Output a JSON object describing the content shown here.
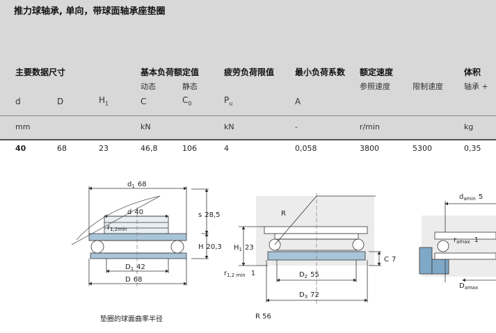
{
  "title": "推力球轴承, 单向，带球面轴承座垫圈",
  "groups": {
    "main_dims": "主要数据尺寸",
    "load_ratings": "基本负荷额定值",
    "fatigue": "疲劳负荷限值",
    "min_load": "最小负荷系数",
    "speeds": "额定速度",
    "mass": "体积"
  },
  "subgroups": {
    "dynamic": "动态",
    "static": "静态",
    "reference_speed": "参照速度",
    "limiting_speed": "限制速度",
    "bearing": "轴承 +"
  },
  "symbols": {
    "d": "d",
    "D": "D",
    "H": "H",
    "H_sub": "1",
    "C": "C",
    "C0": "C",
    "C0_sub": "0",
    "P": "P",
    "P_sub": "u",
    "A": "A"
  },
  "units": {
    "mm": "mm",
    "kN1": "kN",
    "kN2": "kN",
    "dash": "-",
    "rmin": "r/min",
    "kg": "kg"
  },
  "row": {
    "d": "40",
    "D": "68",
    "H1": "23",
    "C": "46,8",
    "C0": "106",
    "Pu": "4",
    "A": "0,058",
    "ref_speed": "3800",
    "lim_speed": "5300",
    "mass": "0,35"
  },
  "drawing1": {
    "d1": "d",
    "d1_sub": "1",
    "d1_val": "68",
    "d": "d",
    "d_val": "40",
    "r": "r",
    "r_sub": "1,2min",
    "s": "s",
    "s_val": "28,5",
    "H": "H",
    "H_val": "20,3",
    "D1": "D",
    "D1_sub": "1",
    "D1_val": "42",
    "D": "D",
    "D_val": "68",
    "caption": "垫圈的球面曲率半径"
  },
  "drawing2": {
    "R": "R",
    "H1": "H",
    "H1_sub": "1",
    "H1_val": "23",
    "r": "r",
    "r_sub": "1,2 min",
    "r_val": "1",
    "D2": "D",
    "D2_sub": "2",
    "D2_val": "55",
    "C": "C",
    "C_val": "7",
    "D3": "D",
    "D3_sub": "3",
    "D3_val": "72",
    "caption": "R  56"
  },
  "drawing3": {
    "da": "d",
    "da_sub": "amin",
    "da_val": "5",
    "ra": "r",
    "ra_sub": "amax",
    "ra_val": "1",
    "Da": "D",
    "Da_sub": "amax"
  }
}
